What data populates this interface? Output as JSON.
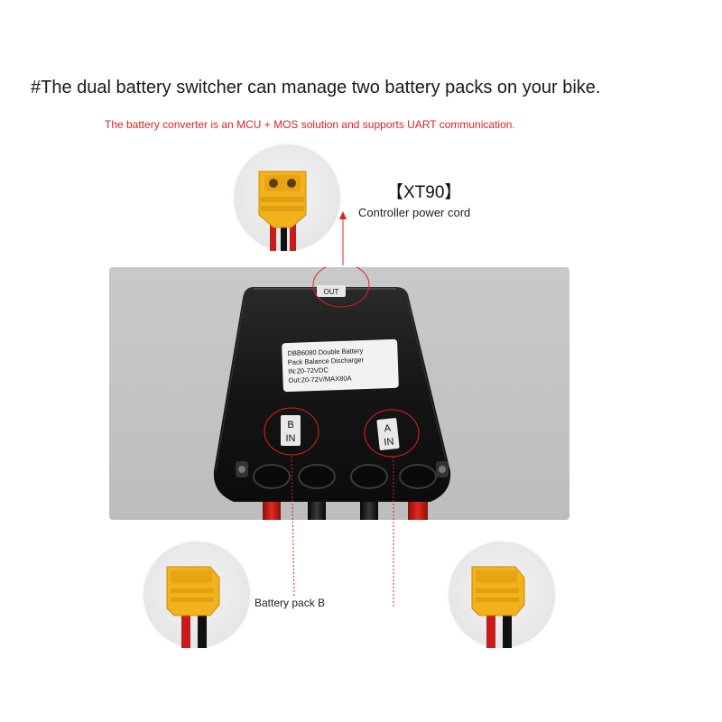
{
  "headline": "#The dual battery switcher can manage two battery packs on your bike.",
  "subline": "The battery converter is an MCU + MOS solution and supports UART communication.",
  "xt90": {
    "title": "【XT90】",
    "caption": "Controller power cord"
  },
  "pack_b_caption": "Battery pack B",
  "device": {
    "port_out": "OUT",
    "port_b_letter": "B",
    "port_b_in": "IN",
    "port_a_letter": "A",
    "port_a_in": "IN",
    "label_lines": [
      "DBB6080 Double Battery",
      "Pack Balance Discharger",
      "IN:20-72VDC",
      "Out:20-72V/MAX80A"
    ]
  },
  "colors": {
    "accent_red": "#e02020",
    "connector_yellow": "#f2b21c",
    "housing": "#151515",
    "panel": "#c4c4c4"
  }
}
